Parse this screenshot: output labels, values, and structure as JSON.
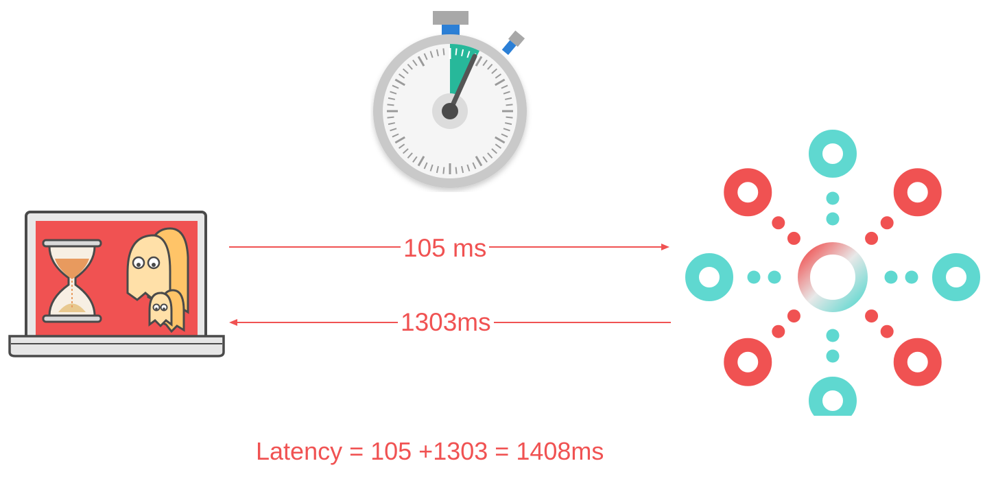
{
  "request_latency": "105 ms",
  "response_latency": "1303ms",
  "formula": "Latency = 105 +1303 = 1408ms",
  "colors": {
    "accent": "#F05252",
    "teal": "#5FD8D0",
    "stopwatch_rim": "#C9C9C9",
    "stopwatch_face": "#F5F5F5",
    "highlight": "#27B89A",
    "laptop_screen": "#F05252"
  },
  "icons": {
    "stopwatch": "stopwatch-icon",
    "client": "laptop-icon",
    "server": "network-hub-icon"
  }
}
